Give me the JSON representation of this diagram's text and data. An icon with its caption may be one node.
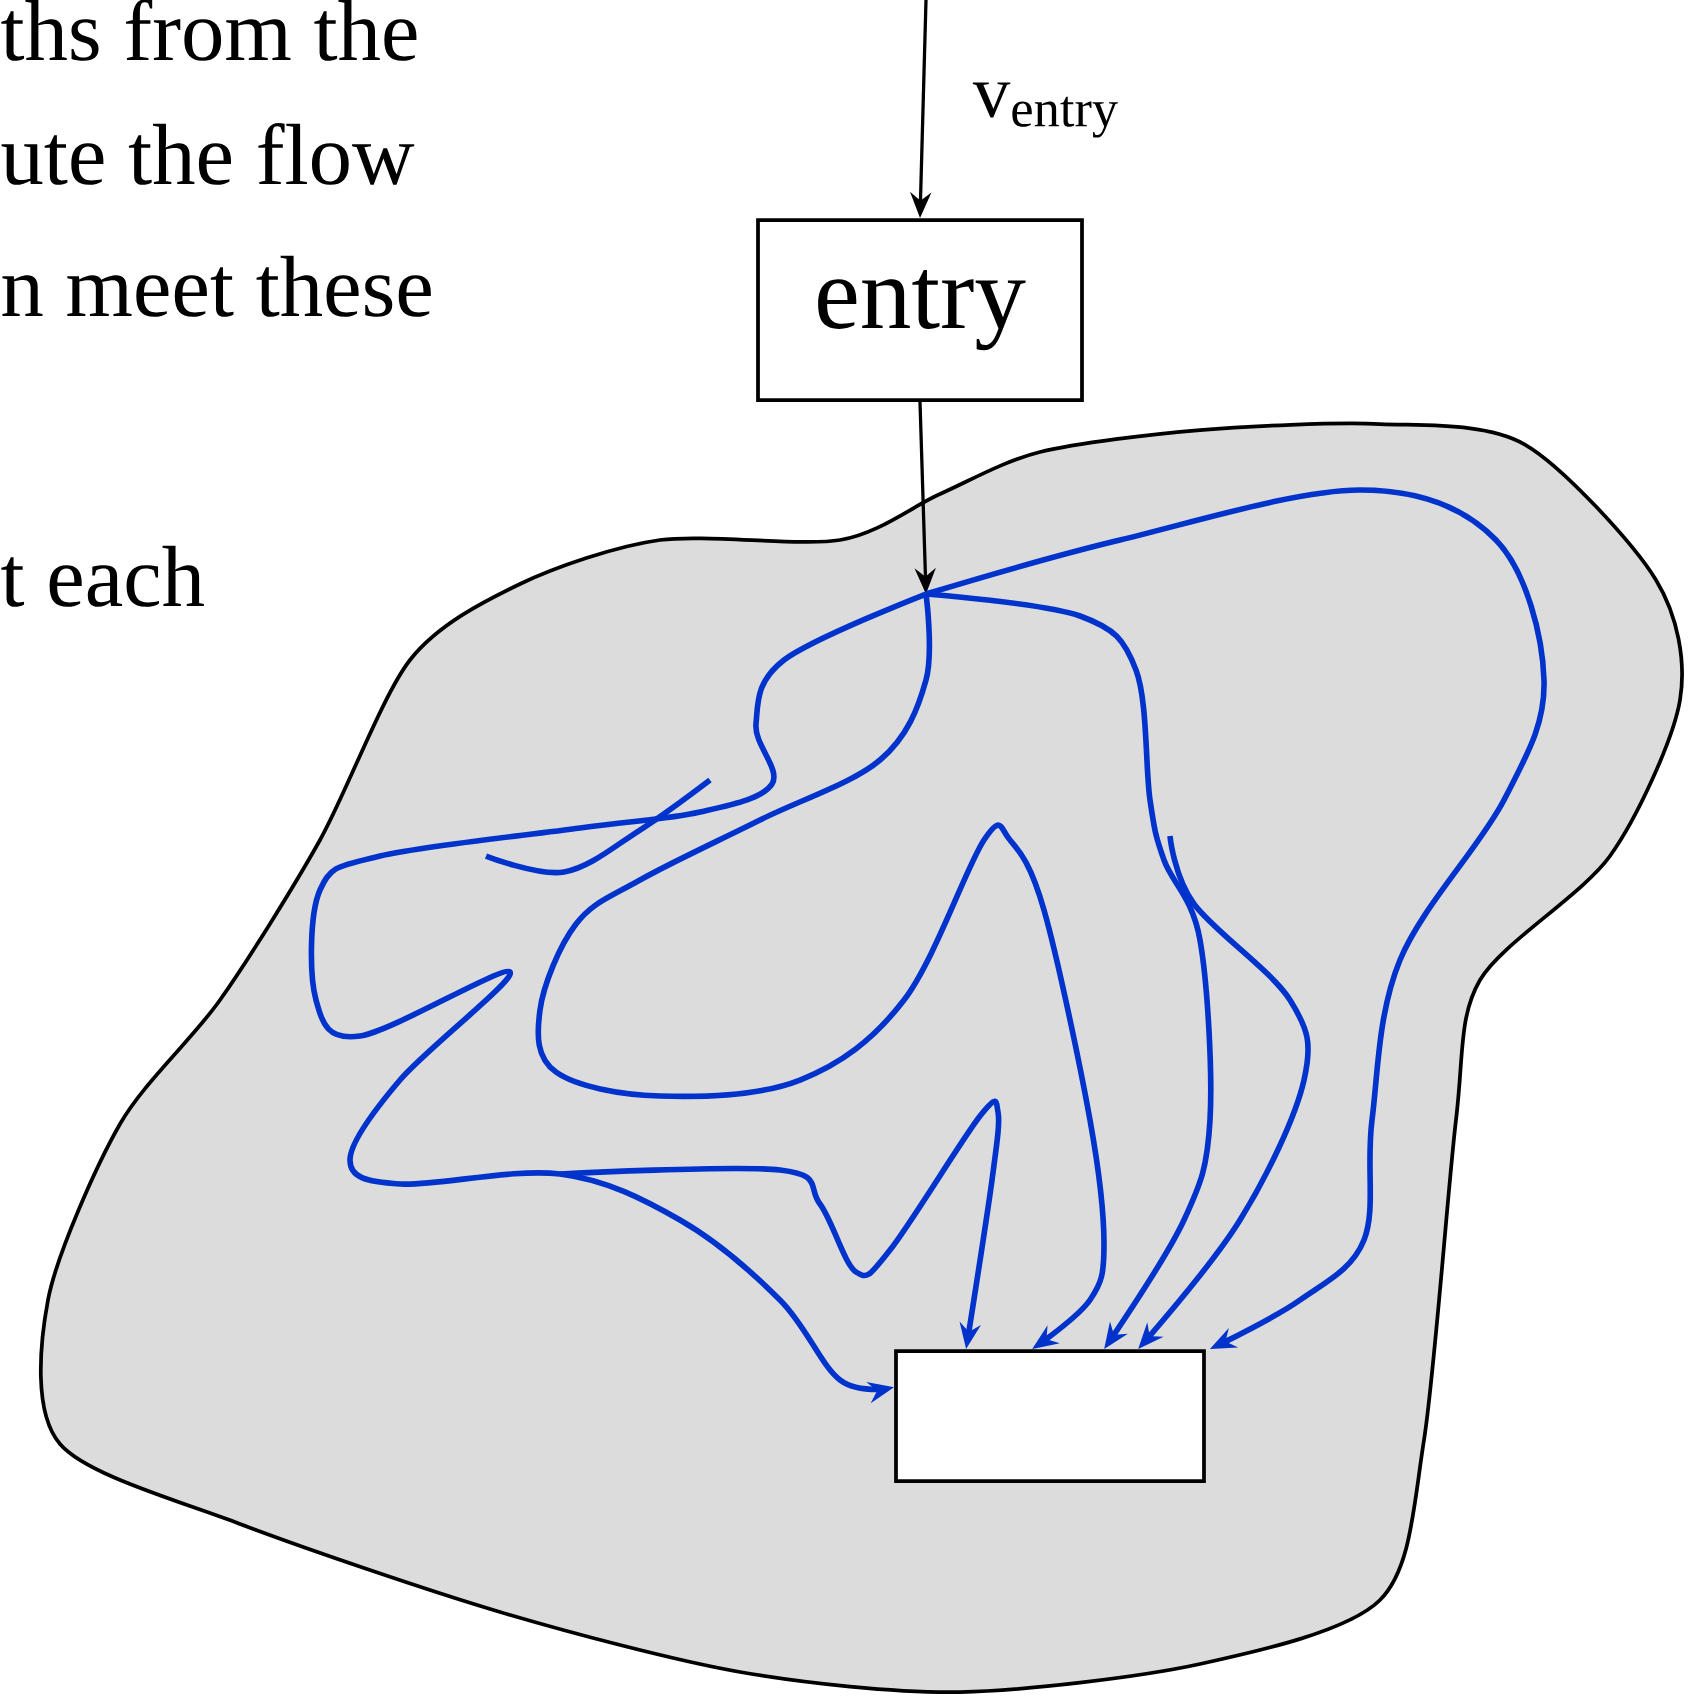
{
  "diagram": {
    "nodes": [
      {
        "text": [
          "entry"
        ]
      },
      {
        "text": [],
        "shape": "cloud"
      },
      {
        "text": [],
        "shape": "box",
        "in": 1
      }
    ],
    "edges": [
      {
        "from": null,
        "to": 0,
        "arrow": "to",
        "label": "v$_{entry}$",
        "color": "#000000"
      },
      {
        "from": 0,
        "to": 1,
        "arrow": "to",
        "color": "#000000"
      },
      {
        "from": null,
        "to": 2,
        "arrow": "to",
        "color": "#0033cc"
      },
      {
        "from": null,
        "to": 2,
        "arrow": "to",
        "color": "#0033cc"
      },
      {
        "from": null,
        "to": 2,
        "arrow": "to",
        "color": "#0033cc"
      },
      {
        "from": null,
        "to": 2,
        "arrow": "to",
        "color": "#0033cc"
      },
      {
        "from": null,
        "to": 2,
        "arrow": "to",
        "color": "#0033cc"
      },
      {
        "from": null,
        "to": 2,
        "arrow": "to",
        "color": "#0033cc"
      }
    ],
    "labels": [
      "ths from the",
      "ute the flow",
      "n meet these",
      "t each"
    ]
  }
}
